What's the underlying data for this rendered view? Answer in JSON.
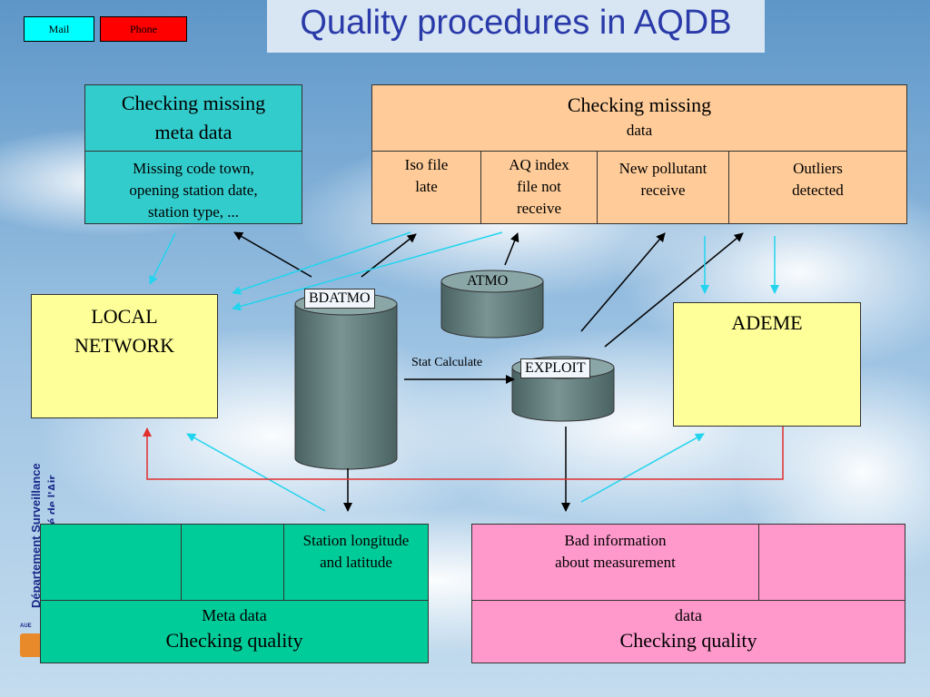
{
  "nav": {
    "mail_label": "Mail",
    "phone_label": "Phone"
  },
  "title": "Quality procedures in AQDB",
  "side_text": {
    "line1": "Département Surveillance",
    "line2": "é de l'Air"
  },
  "logo_text": "AUE",
  "boxes": {
    "meta_check": {
      "title_line1": "Checking missing",
      "title_line2": "meta data",
      "body_line1": "Missing code town,",
      "body_line2": "opening station date,",
      "body_line3": "station type, ..."
    },
    "data_check": {
      "title_line1": "Checking missing",
      "title_line2": "data",
      "cells": [
        {
          "line1": "Iso file",
          "line2": "late"
        },
        {
          "line1": "AQ index",
          "line2": "file not",
          "line3": "receive"
        },
        {
          "line1": "New pollutant",
          "line2": "receive"
        },
        {
          "line1": "Outliers",
          "line2": "detected"
        }
      ]
    },
    "local_network": {
      "line1": "LOCAL",
      "line2": "NETWORK"
    },
    "ademe": {
      "label": "ADEME"
    },
    "meta_quality": {
      "cell3_line1": "Station longitude",
      "cell3_line2": "and latitude",
      "line1": "Meta data",
      "line2": "Checking quality"
    },
    "data_quality": {
      "cell1_line1": "Bad information",
      "cell1_line2": "about measurement",
      "line1": "data",
      "line2": "Checking quality"
    }
  },
  "cylinders": {
    "bdatmo": "BDATMO",
    "atmo": "ATMO",
    "exploit": "EXPLOIT"
  },
  "stat_label": "Stat Calculate",
  "colors": {
    "title": "#2a3aa8",
    "teal": "#33cccc",
    "peach": "#ffcc99",
    "yellow": "#ffff99",
    "green": "#00cc99",
    "pink": "#ff99cc",
    "cylinder": "#5f7878",
    "red_arrow": "#e03030",
    "cyan_arrow": "#22d4ee"
  }
}
